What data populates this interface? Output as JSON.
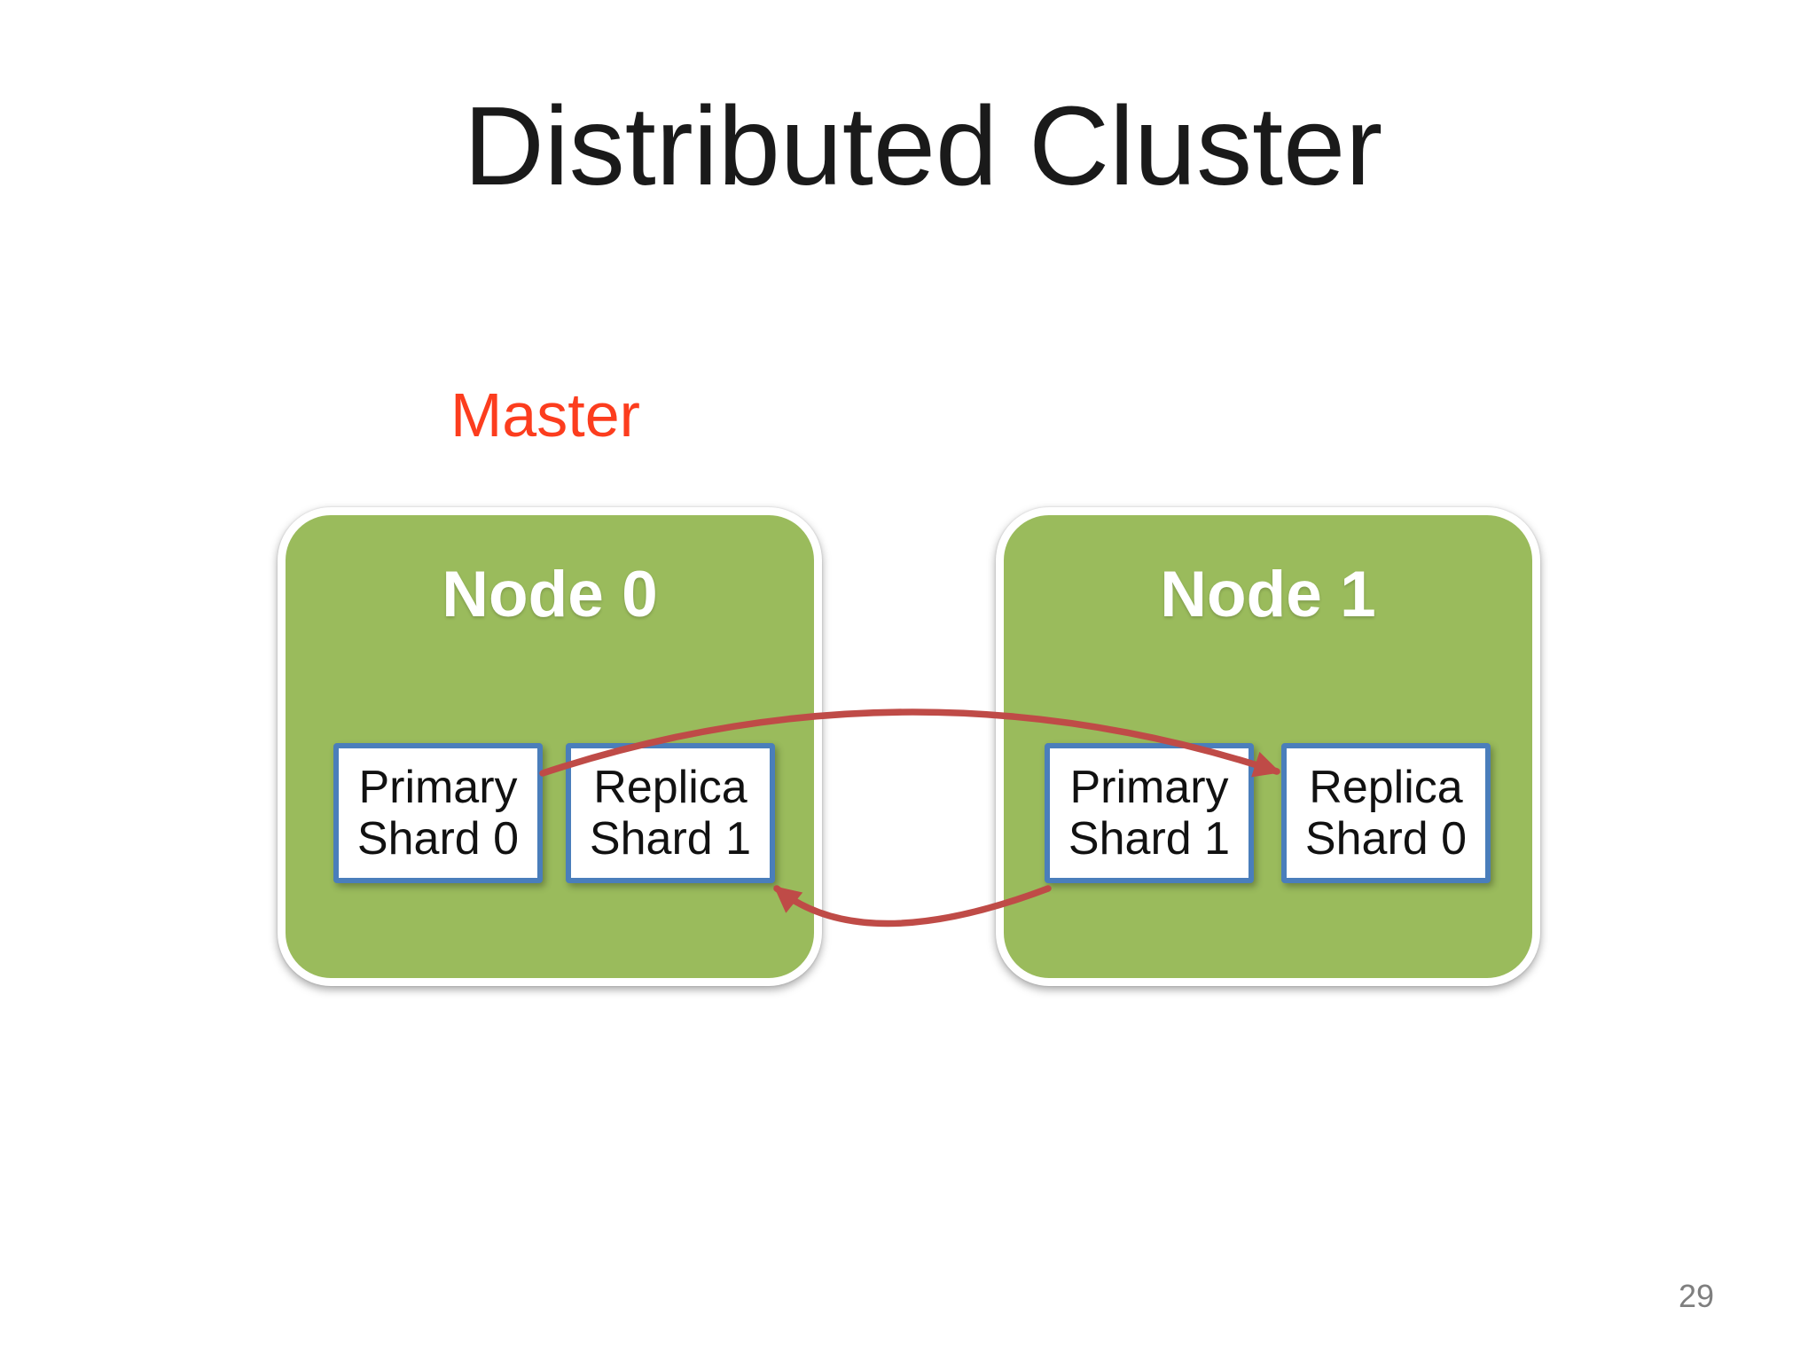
{
  "slide": {
    "title": "Distributed Cluster",
    "annotation": "Master",
    "page_number": "29"
  },
  "cluster": {
    "nodes": [
      {
        "label": "Node 0",
        "shards": [
          {
            "label": "Primary\nShard 0"
          },
          {
            "label": "Replica\nShard 1"
          }
        ]
      },
      {
        "label": "Node 1",
        "shards": [
          {
            "label": "Primary\nShard 1"
          },
          {
            "label": "Replica\nShard 0"
          }
        ]
      }
    ],
    "arrows": [
      {
        "from": "Primary Shard 0",
        "to": "Replica Shard 0"
      },
      {
        "from": "Primary Shard 1",
        "to": "Replica Shard 1"
      }
    ]
  },
  "colors": {
    "background": "#FFFFFF",
    "title": "#1A1A1A",
    "master_label": "#FC3D1E",
    "node_fill": "#9ABB5C",
    "node_border": "#FFFFFF",
    "node_label": "#FFFFFF",
    "shard_fill": "#FFFFFF",
    "shard_border": "#4A7EBB",
    "shard_text": "#111111",
    "arrow": "#BF4B47",
    "page_number": "#7F7F7F"
  }
}
